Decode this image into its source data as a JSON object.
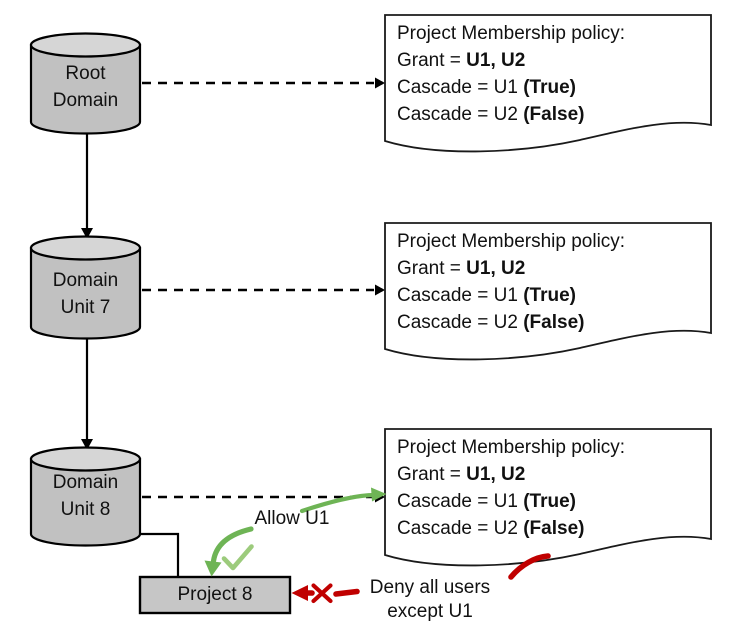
{
  "diagram": {
    "nodes": [
      {
        "id": "root-domain",
        "line1": "Root",
        "line2": "Domain"
      },
      {
        "id": "domain-unit-7",
        "line1": "Domain",
        "line2": "Unit 7"
      },
      {
        "id": "domain-unit-8",
        "line1": "Domain",
        "line2": "Unit 8"
      }
    ],
    "project": {
      "label": "Project 8"
    },
    "policies": [
      {
        "lines": [
          {
            "pre": "Project Membership policy:",
            "bold": ""
          },
          {
            "pre": "Grant = ",
            "bold": "U1, U2"
          },
          {
            "pre": "Cascade = U1 ",
            "bold": "(True)"
          },
          {
            "pre": "Cascade = U2 ",
            "bold": "(False)"
          }
        ]
      },
      {
        "lines": [
          {
            "pre": "Project Membership policy:",
            "bold": ""
          },
          {
            "pre": "Grant = ",
            "bold": "U1, U2"
          },
          {
            "pre": "Cascade = U1 ",
            "bold": "(True)"
          },
          {
            "pre": "Cascade = U2 ",
            "bold": "(False)"
          }
        ]
      },
      {
        "lines": [
          {
            "pre": "Project Membership policy:",
            "bold": ""
          },
          {
            "pre": "Grant = ",
            "bold": "U1, U2"
          },
          {
            "pre": "Cascade = U1 ",
            "bold": "(True)"
          },
          {
            "pre": "Cascade = U2 ",
            "bold": "(False)"
          }
        ]
      }
    ],
    "annotations": {
      "allow_label": "Allow U1",
      "deny_label_line1": "Deny all users",
      "deny_label_line2": "except U1",
      "check_icon": "checkmark",
      "x_icon": "cross"
    },
    "colors": {
      "node_fill": "#c1c1c1",
      "node_top_fill": "#d6d6d6",
      "project_fill": "#c6c6c6",
      "doc_fill": "#ffffff",
      "line_black": "#000000",
      "allow_green": "#6eb455",
      "check_green": "#9ccb7c",
      "deny_red": "#c00000"
    }
  }
}
